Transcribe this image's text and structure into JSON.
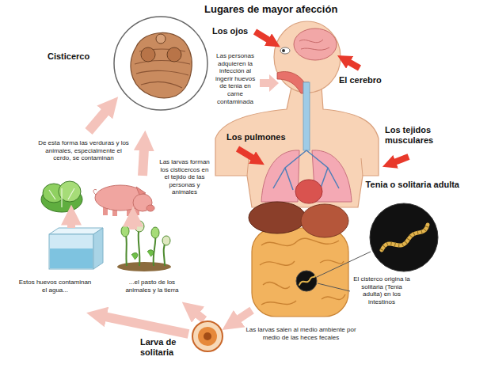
{
  "diagram": {
    "title": "Lugares de mayor afección",
    "nodes": [
      {
        "text": [
          "Cisticerco"
        ]
      },
      {
        "text": [
          "Tenia o solitaria adulta"
        ]
      },
      {
        "text": [
          "Larva de solitaria"
        ]
      }
    ],
    "labels": [
      "Los ojos",
      "El cerebro",
      "Las personas adquieren la infección al ingerir huevos de tenia en carne contaminada",
      "De esta forma las verduras y los animales, especialmente el cerdo, se contaminan",
      "Las larvas forman los cisticercos en el tejido de las personas y animales",
      "Los pulmones",
      "Los tejidos musculares",
      "El cisterco origina la solitaria (Tenia adulta) en los intestinos",
      "Estos huevos contaminan el agua...",
      "...el pasto de los animales y la tierra",
      "Las larvas salen al medio ambiente por medio de las heces fecales"
    ]
  }
}
